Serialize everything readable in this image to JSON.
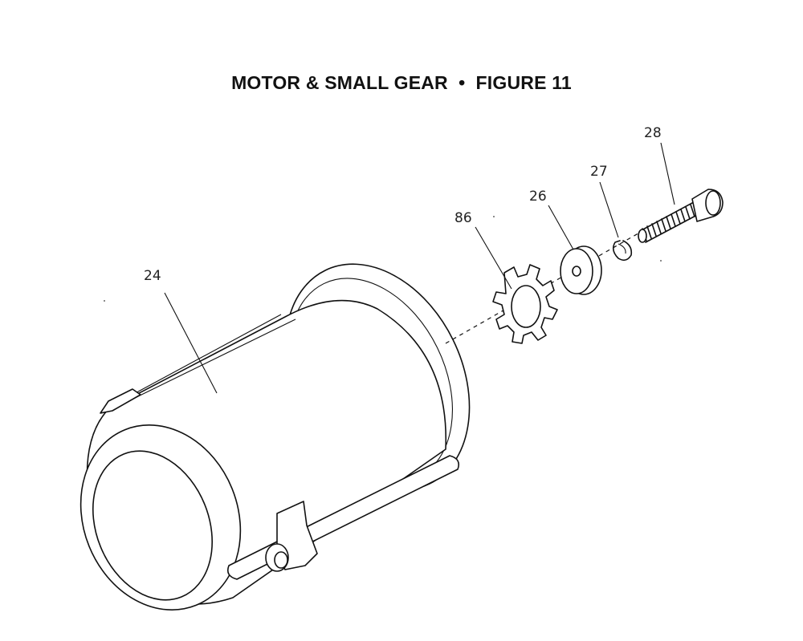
{
  "title": {
    "left": "MOTOR & SMALL GEAR",
    "separator": "•",
    "right": "FIGURE 11"
  },
  "parts": [
    {
      "id": "p24",
      "label": "24",
      "name": "motor"
    },
    {
      "id": "p86",
      "label": "86",
      "name": "small gear"
    },
    {
      "id": "p26",
      "label": "26",
      "name": "washer"
    },
    {
      "id": "p27",
      "label": "27",
      "name": "lock washer"
    },
    {
      "id": "p28",
      "label": "28",
      "name": "screw"
    }
  ],
  "colors": {
    "ink": "#111111",
    "background": "#ffffff"
  }
}
